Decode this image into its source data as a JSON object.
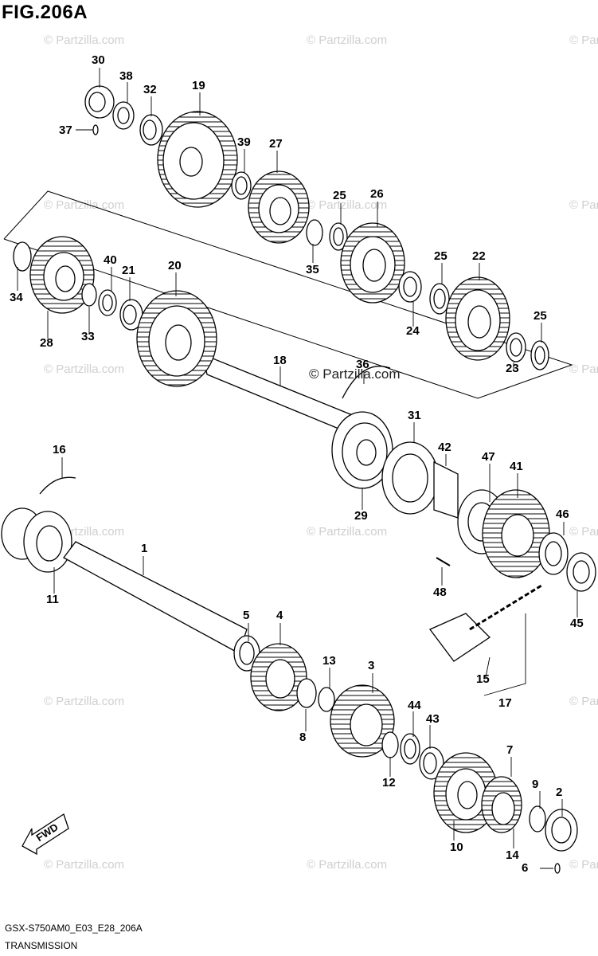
{
  "figure": {
    "title": "FIG.206A",
    "code": "GSX-S750AM0_E03_E28_206A",
    "name": "TRANSMISSION"
  },
  "watermark": "© Partzilla.com",
  "direction_label": "FWD",
  "part_numbers": [
    "30",
    "38",
    "32",
    "19",
    "37",
    "39",
    "27",
    "25",
    "26",
    "35",
    "25",
    "22",
    "34",
    "40",
    "21",
    "20",
    "28",
    "33",
    "24",
    "25",
    "23",
    "18",
    "36",
    "16",
    "31",
    "42",
    "47",
    "41",
    "29",
    "46",
    "1",
    "11",
    "48",
    "45",
    "5",
    "4",
    "13",
    "3",
    "44",
    "43",
    "8",
    "7",
    "9",
    "2",
    "12",
    "10",
    "14",
    "6",
    "15",
    "17"
  ]
}
